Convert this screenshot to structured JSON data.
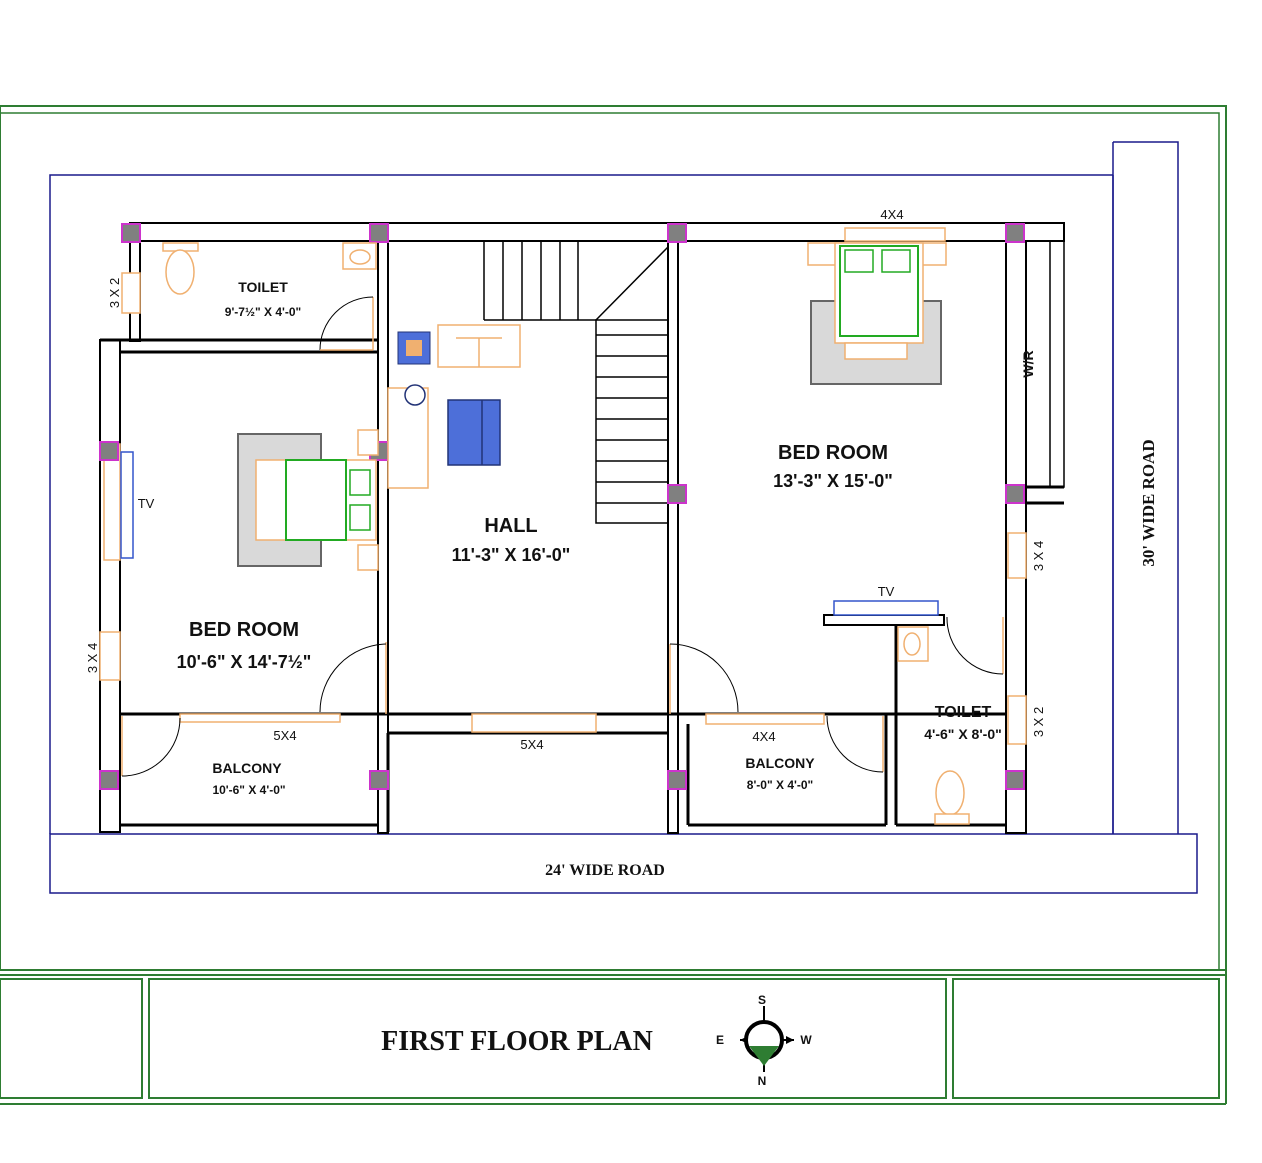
{
  "title": "FIRST FLOOR PLAN",
  "roads": {
    "bottom": "24' WIDE ROAD",
    "right": "30' WIDE ROAD"
  },
  "rooms": {
    "toilet_left": {
      "name": "TOILET",
      "size": "9'-7½\" X 4'-0\""
    },
    "bed_left": {
      "name": "BED ROOM",
      "size": "10'-6\" X 14'-7½\""
    },
    "hall": {
      "name": "HALL",
      "size": "11'-3\" X 16'-0\""
    },
    "bed_right": {
      "name": "BED ROOM",
      "size": "13'-3\" X 15'-0\""
    },
    "toilet_right": {
      "name": "TOILET",
      "size": "4'-6\" X 8'-0\""
    },
    "balcony_left": {
      "name": "BALCONY",
      "size": "10'-6\" X 4'-0\""
    },
    "balcony_right": {
      "name": "BALCONY",
      "size": "8'-0\" X 4'-0\""
    }
  },
  "openings": {
    "win_3x2_left": "3 X 2",
    "win_3x4_left": "3 X 4",
    "win_5x4_left": "5X4",
    "win_5x4_hall": "5X4",
    "win_4x4_bal": "4X4",
    "win_4x4_top": "4X4",
    "win_3x4_right": "3 X 4",
    "win_3x2_right": "3 X 2"
  },
  "fixtures": {
    "tv_left": "TV",
    "tv_right": "TV",
    "wardrobe": "W/R"
  },
  "compass": {
    "n": "N",
    "s": "S",
    "e": "E",
    "w": "W"
  },
  "colors": {
    "border_green": "#2e7d32",
    "site_blue": "#1a1a8c",
    "column_magenta": "#cc33cc",
    "door_orange": "#f0b070",
    "furniture_green": "#22aa22",
    "furniture_blue": "#3355cc"
  }
}
